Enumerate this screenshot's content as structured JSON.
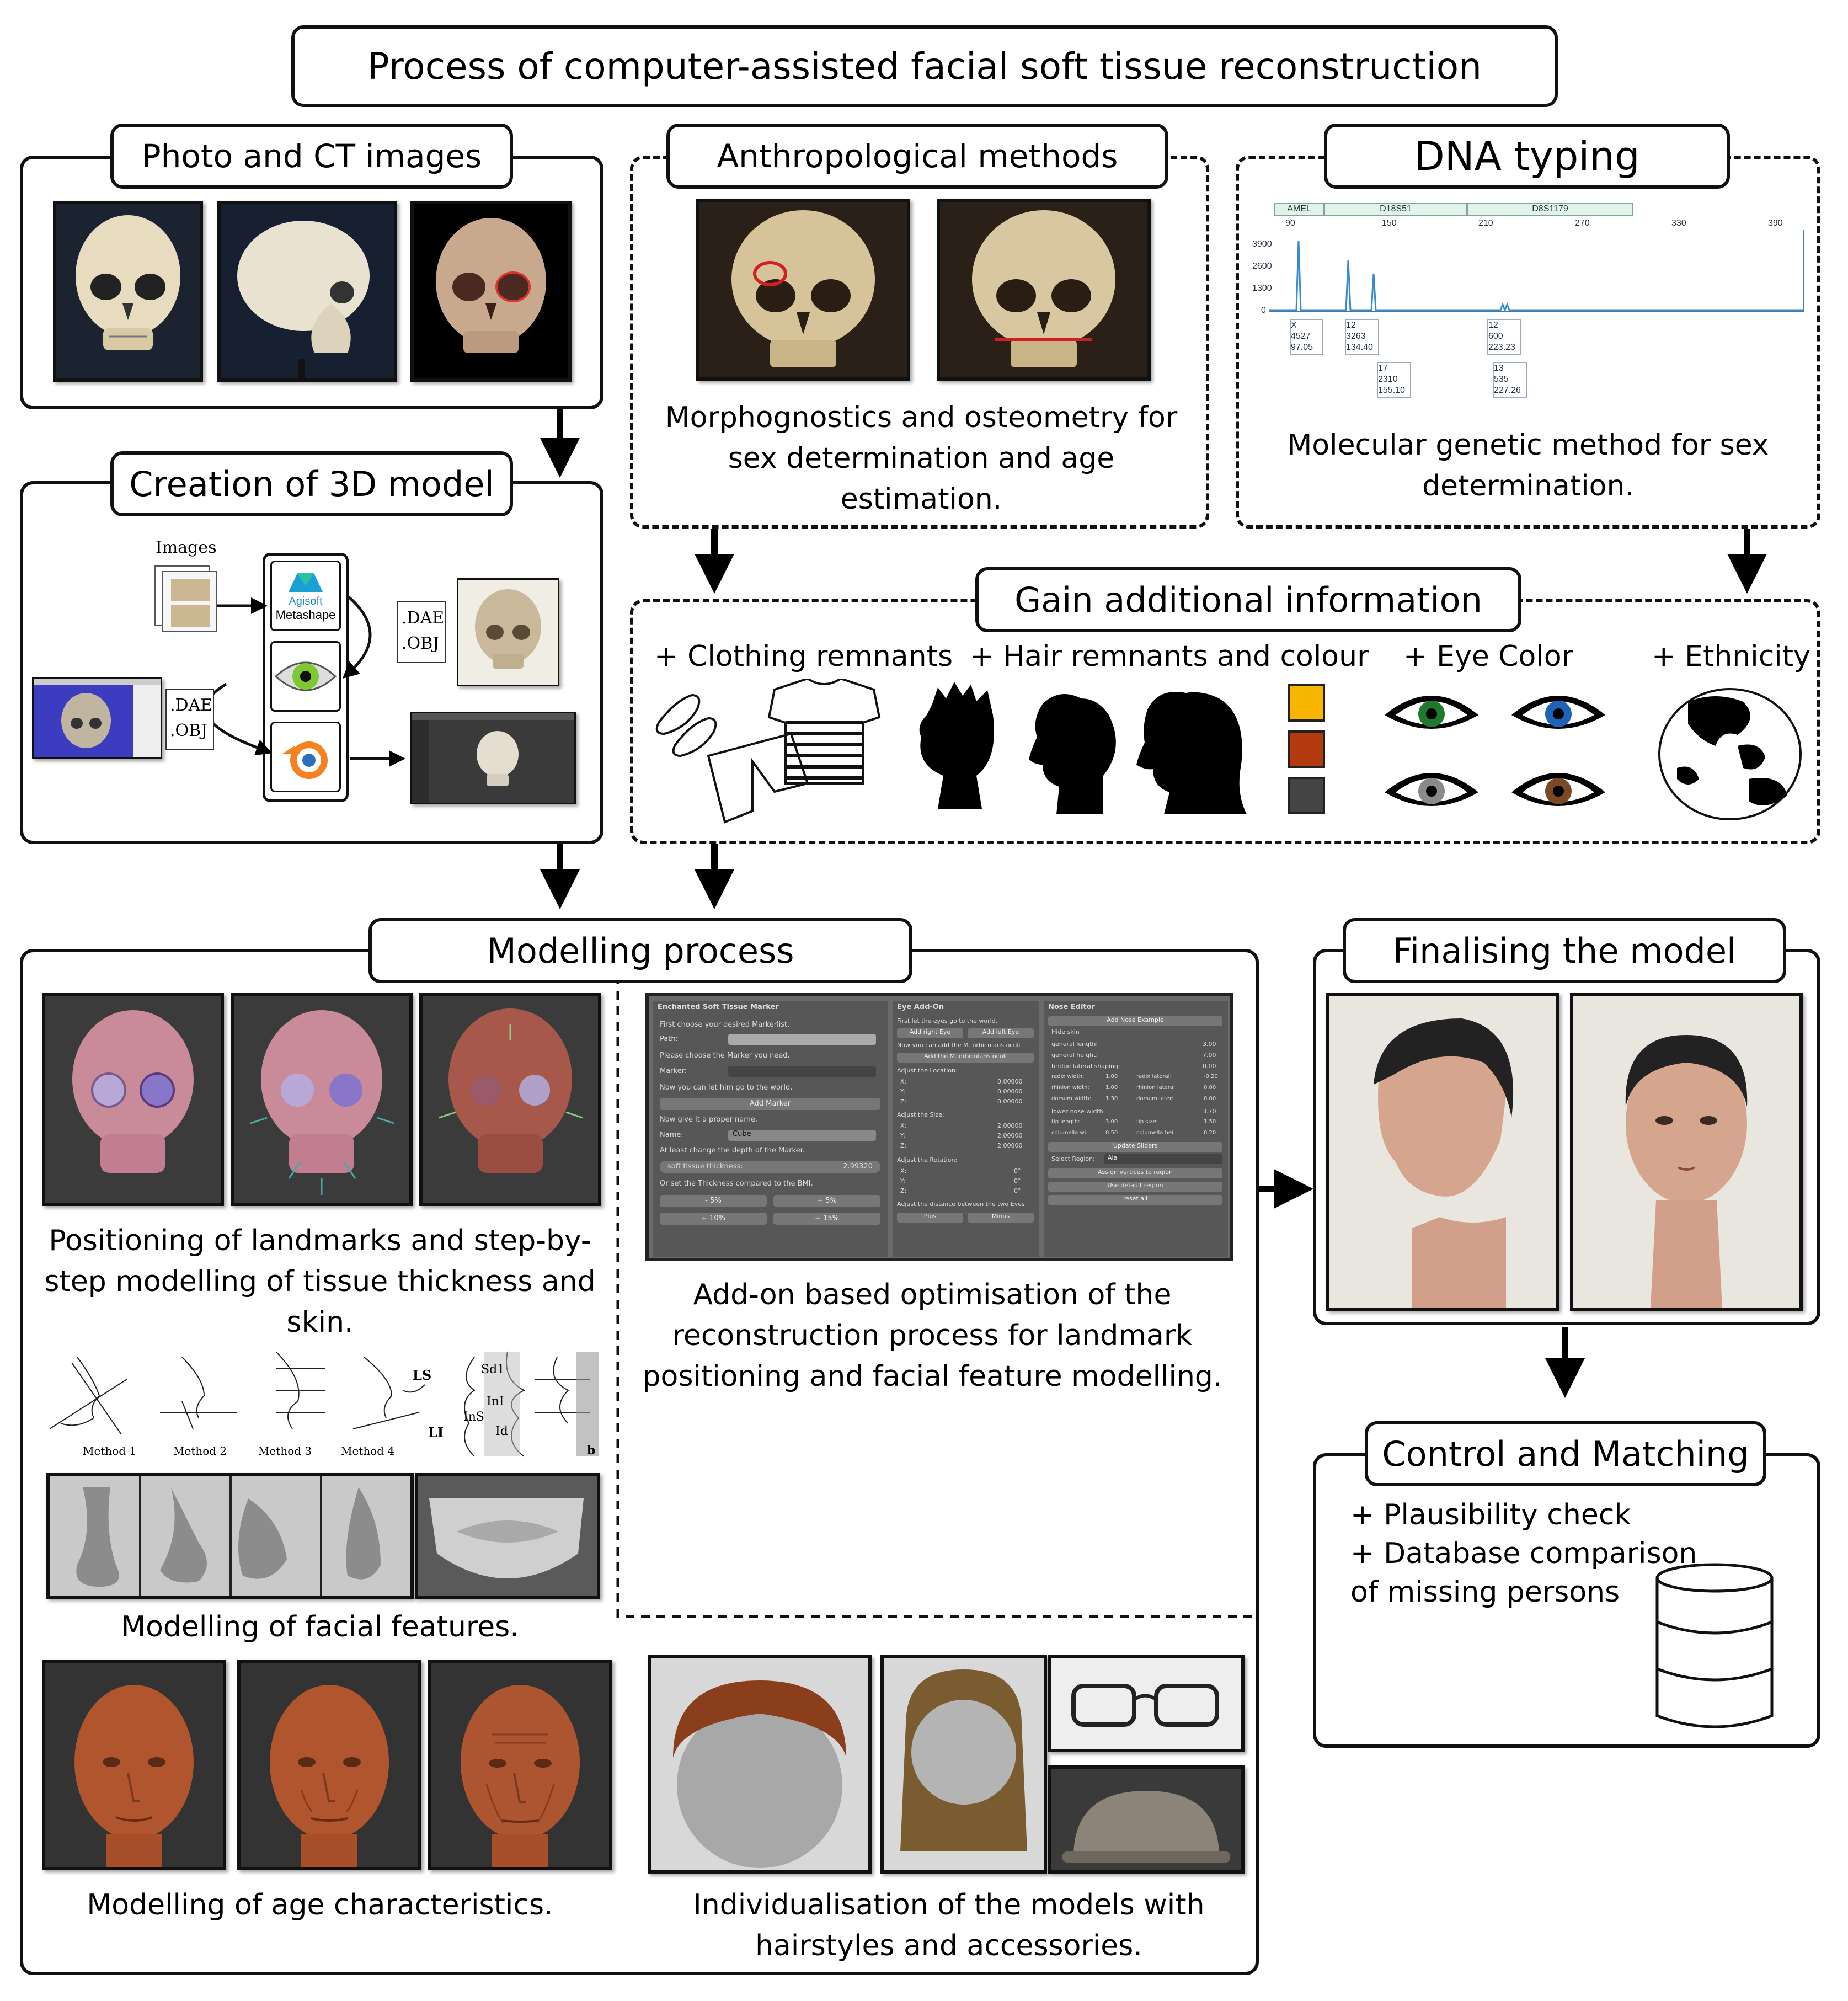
{
  "title": "Process of computer-assisted facial soft tissue reconstruction",
  "sections": {
    "photo_ct": {
      "title": "Photo and CT images"
    },
    "creation_3d": {
      "title": "Creation of 3D model",
      "images_label": "Images",
      "formats_1": ".DAE\n.OBJ",
      "formats_2": ".DAE\n.OBJ",
      "agisoft": "Agisoft",
      "metashape": "Metashape"
    },
    "anthropological": {
      "title": "Anthropological methods",
      "caption": "Morphognostics and osteometry for sex determination and age estimation."
    },
    "dna": {
      "title": "DNA typing",
      "caption": "Molecular genetic method for sex determination.",
      "gel": {
        "markers": [
          "AMEL",
          "D18S51",
          "D8S1179"
        ],
        "x_ticks": [
          "90",
          "150",
          "210",
          "270",
          "330",
          "390"
        ],
        "y_ticks": [
          "3900",
          "2600",
          "1300",
          "0"
        ],
        "peaks": [
          {
            "line1": "X",
            "line2": "4527",
            "line3": "97.05"
          },
          {
            "line1": "12",
            "line2": "3263",
            "line3": "134.40"
          },
          {
            "line1": "17",
            "line2": "2310",
            "line3": "155.10"
          },
          {
            "line1": "12",
            "line2": "600",
            "line3": "223.23"
          },
          {
            "line1": "13",
            "line2": "535",
            "line3": "227.26"
          }
        ]
      }
    },
    "gain_info": {
      "title": "Gain additional information",
      "items": [
        "+ Clothing remnants",
        "+ Hair remnants and colour",
        "+ Eye Color",
        "+ Ethnicity"
      ],
      "hair_colors": [
        "#F7B500",
        "#B23A0E",
        "#444444"
      ],
      "eye_colors": [
        "#1F7A2E",
        "#1E63B8",
        "#8A8A8A",
        "#7A4A26"
      ]
    },
    "modelling": {
      "title": "Modelling process",
      "caption_landmarks": "Positioning of landmarks and step-by-step modelling of tissue thickness and skin.",
      "caption_addon": "Add-on based optimisation of the reconstruction process for landmark positioning and facial feature modelling.",
      "caption_features": "Modelling of facial features.",
      "caption_age": "Modelling of age characteristics.",
      "caption_individual": "Individualisation of the models with hairstyles and accessories.",
      "methods": [
        "Method 1",
        "Method 2",
        "Method 3",
        "Method 4"
      ],
      "lip_labels": [
        "LS",
        "LI",
        "Sd1",
        "InS",
        "InI",
        "Id",
        "b"
      ],
      "addon_ui": {
        "panel1_title": "Enchanted Soft Tissue Marker",
        "panel1_rows": [
          "First choose your desired Markerlist.",
          "Path:",
          "Please choose the Marker you need.",
          "Marker:",
          "Now you can let him go to the world.",
          "Add Marker",
          "Now give it a proper name.",
          "Name:",
          "Cube",
          "At least change the depth of the Marker.",
          "soft tissue thickness:",
          "2.99320",
          "Or set the Thickness compared to the BMI.",
          "- 5%",
          "+ 5%",
          "+ 10%",
          "+ 15%"
        ],
        "panel2_title": "Eye Add-On",
        "panel2_rows": [
          "First let the eyes go to the world.",
          "Add right Eye",
          "Add left Eye",
          "Now you can add the M. orbicularis oculi",
          "Add the M. orbicularis oculi",
          "Adjust the Location:",
          "X:",
          "0.00000",
          "Y:",
          "0.00000",
          "Z:",
          "0.00000",
          "Adjust the Size:",
          "X:",
          "2.00000",
          "Y:",
          "2.00000",
          "Z:",
          "2.00000",
          "Adjust the Rotation:",
          "X:",
          "0°",
          "Y:",
          "0°",
          "Z:",
          "0°",
          "Adjust the distance between the two Eyes.",
          "Plus",
          "Minus"
        ],
        "panel3_title": "Nose Editor",
        "panel3_rows": [
          "Add Nose Example",
          "Hide skin",
          "general length:",
          "3.00",
          "general height:",
          "7.00",
          "bridge lateral shaping:",
          "0.00",
          "radix width:",
          "1.00",
          "radix lateral:",
          "-0.20",
          "rhinion width:",
          "1.00",
          "rhinion lateral:",
          "0.00",
          "dorsum width:",
          "1.30",
          "dorsum later:",
          "0.00",
          "lower nose width:",
          "3.70",
          "tip length:",
          "3.00",
          "tip size:",
          "1.50",
          "columella wi:",
          "0.50",
          "columella hei:",
          "0.20",
          "Update Sliders",
          "Select Region:",
          "Ala",
          "Assign vertices to region",
          "Use default region",
          "reset all"
        ]
      }
    },
    "finalising": {
      "title": "Finalising the model"
    },
    "control": {
      "title": "Control and Matching",
      "items": [
        "+ Plausibility check",
        "+ Database comparison",
        "of missing persons"
      ]
    }
  }
}
